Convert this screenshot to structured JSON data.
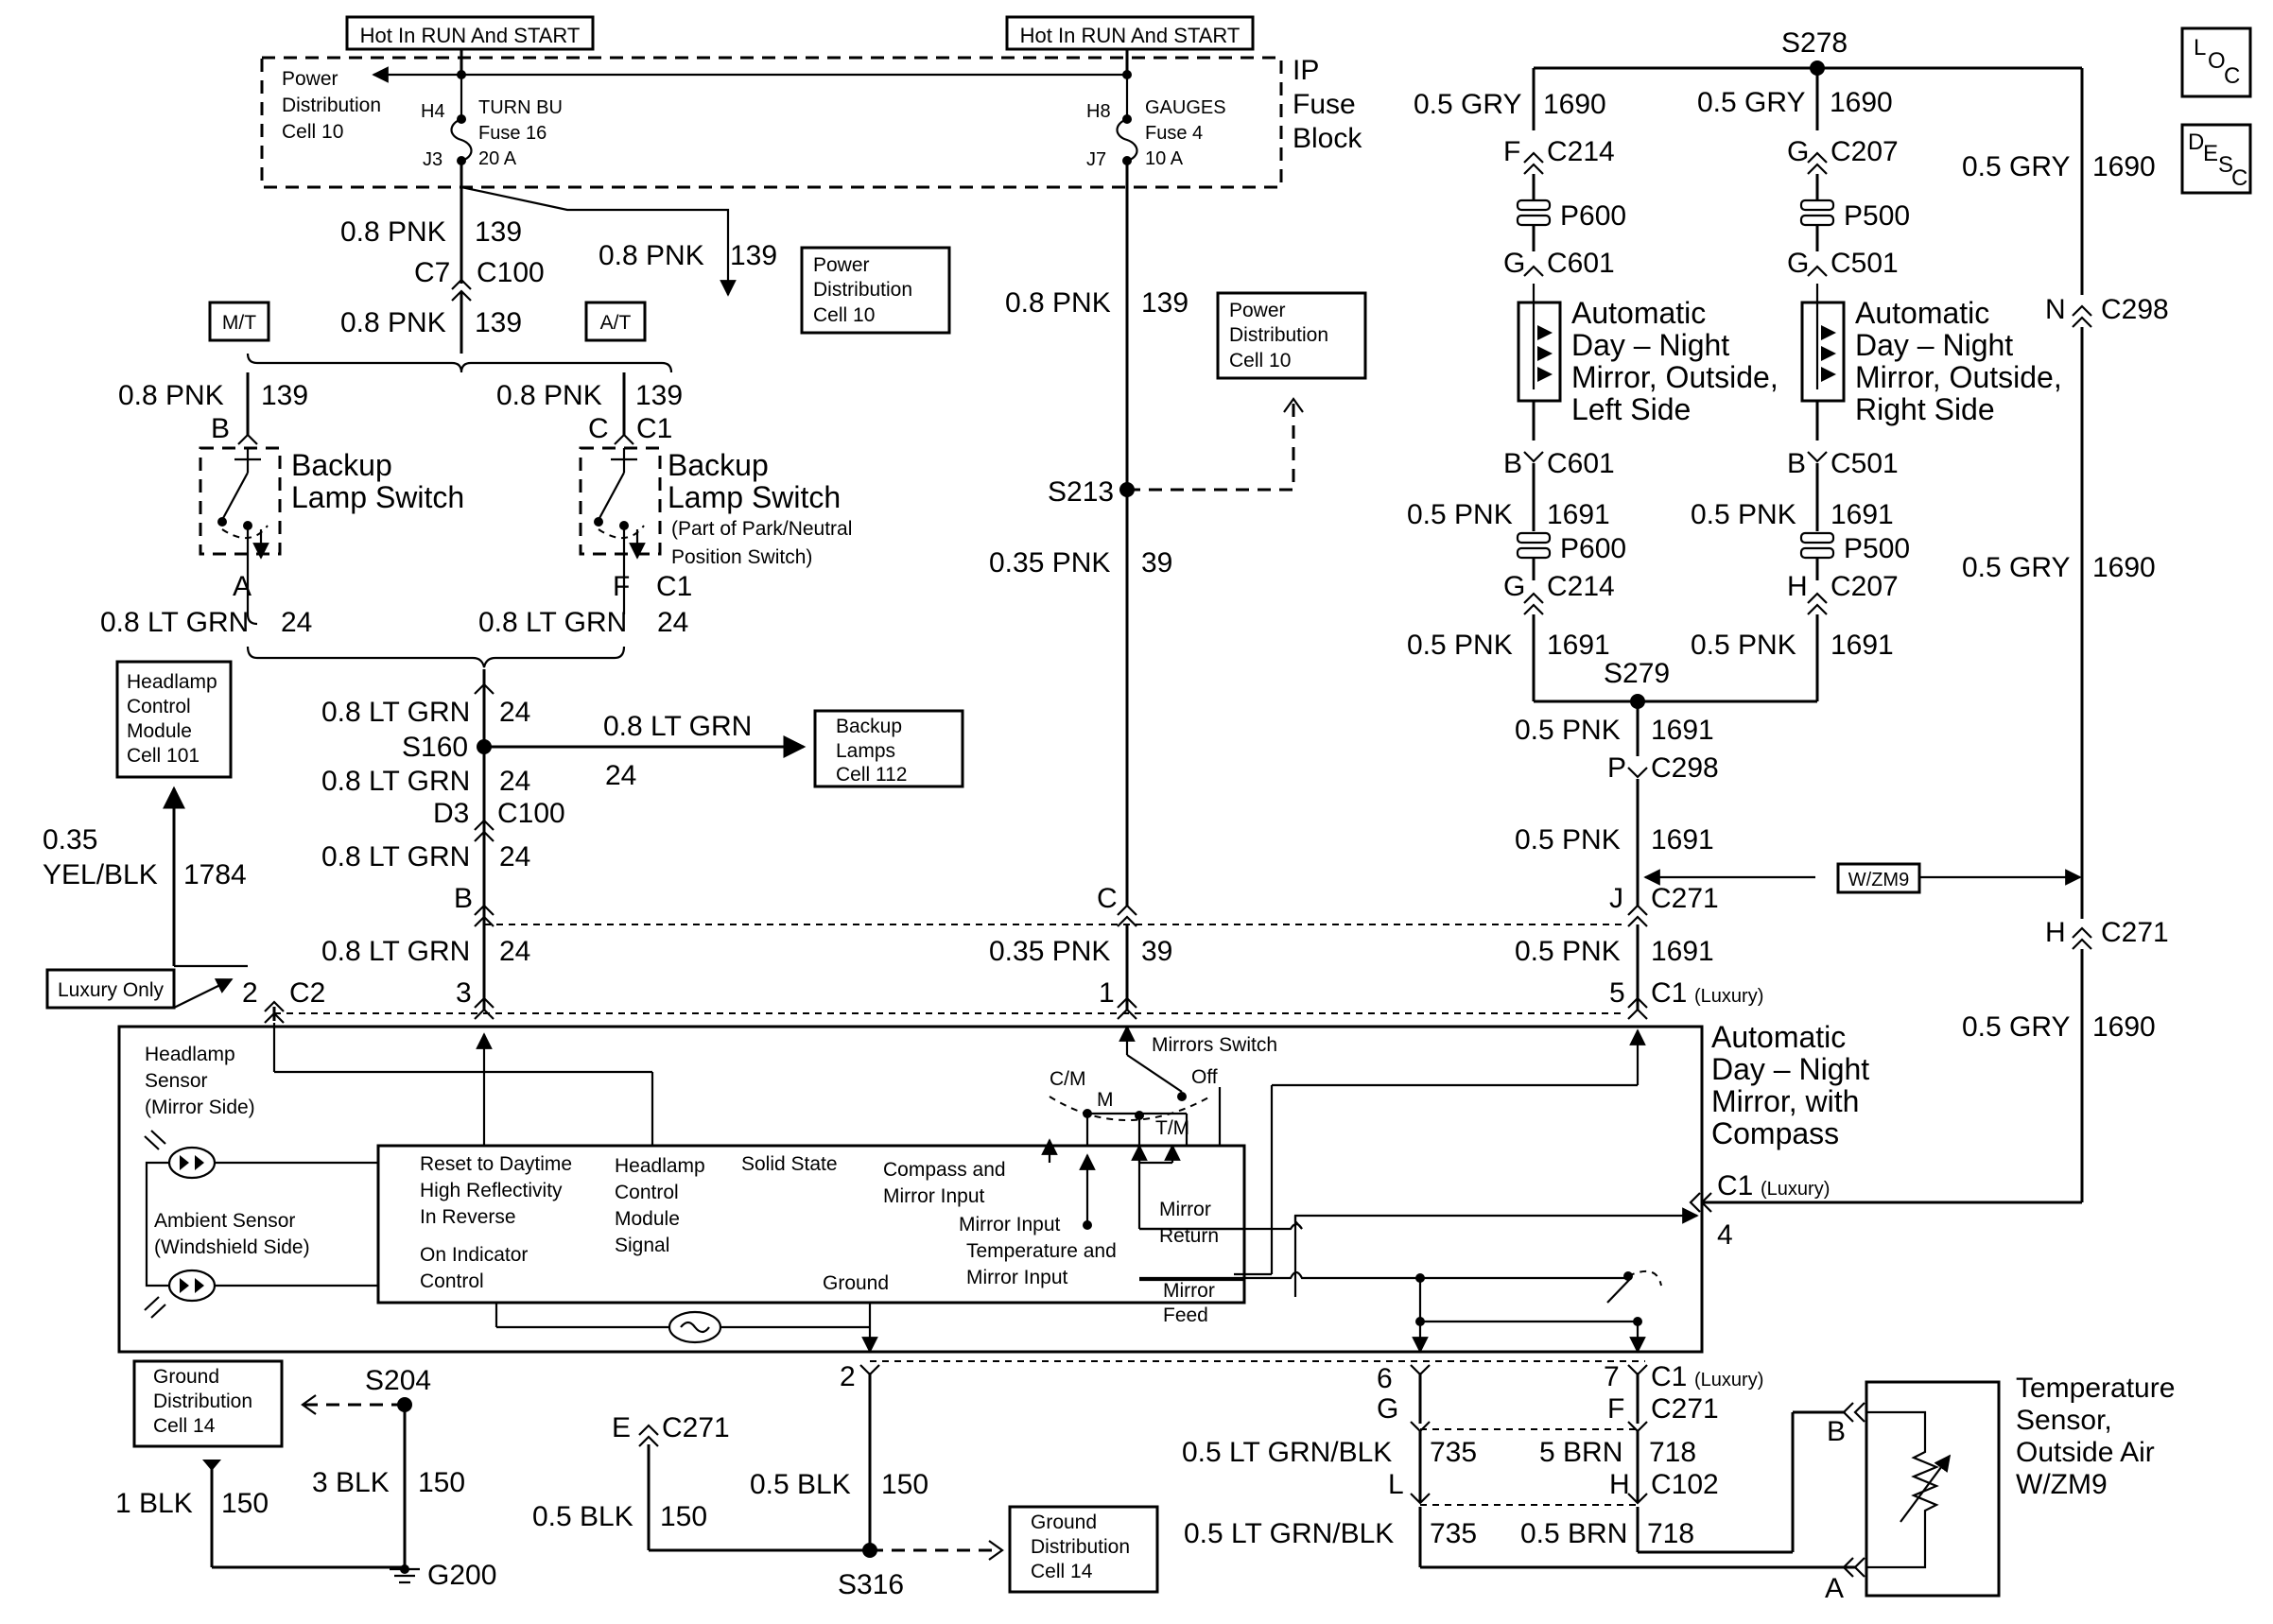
{
  "fuse_block": {
    "hot_left": "Hot In RUN And START",
    "hot_right": "Hot In RUN And START",
    "title_1": "IP",
    "title_2": "Fuse",
    "title_3": "Block",
    "pdc_1": "Power",
    "pdc_2": "Distribution",
    "pdc_3": "Cell 10",
    "fuse16_in": "H4",
    "fuse16_out": "J3",
    "fuse16_1": "TURN BU",
    "fuse16_2": "Fuse 16",
    "fuse16_3": "20 A",
    "fuse4_in": "H8",
    "fuse4_out": "J7",
    "fuse4_1": "GAUGES",
    "fuse4_2": "Fuse 4",
    "fuse4_3": "10 A"
  },
  "refs": {
    "pd_1": "Power",
    "pd_2": "Distribution",
    "pd_3": "Cell 10",
    "mt": "M/T",
    "at": "A/T",
    "hcm_1": "Headlamp",
    "hcm_2": "Control",
    "hcm_3": "Module",
    "hcm_4": "Cell 101",
    "bl_1": "Backup",
    "bl_2": "Lamps",
    "bl_3": "Cell 112",
    "luxury_only": "Luxury Only",
    "gd_1": "Ground",
    "gd_2": "Distribution",
    "gd_3": "Cell 14",
    "wzm9": "W/ZM9",
    "loc_1": "L",
    "loc_2": "O",
    "loc_3": "C",
    "desc_1": "D",
    "desc_2": "E",
    "desc_3": "S",
    "desc_4": "C"
  },
  "wires": {
    "pnk08": "0.8 PNK",
    "pnk035": "0.35 PNK",
    "pnk05": "0.5 PNK",
    "ltgrn08": "0.8 LT GRN",
    "yel_1": "0.35",
    "yel_2": "YEL/BLK",
    "gry05": "0.5 GRY",
    "blk1": "1 BLK",
    "blk3": "3 BLK",
    "blk05": "0.5 BLK",
    "ltgrnblk05": "0.5 LT GRN/BLK",
    "brn05": "0.5 BRN",
    "brn5": "5 BRN",
    "c139": "139",
    "c39": "39",
    "c24": "24",
    "c1784": "1784",
    "c1690": "1690",
    "c1691": "1691",
    "c150": "150",
    "c735": "735",
    "c718": "718"
  },
  "connectors": {
    "c7": "C7",
    "c100": "C100",
    "b": "B",
    "c": "C",
    "c1": "C1",
    "a": "A",
    "f": "F",
    "d3": "D3",
    "s160": "S160",
    "s213": "S213",
    "s278": "S278",
    "s279": "S279",
    "s204": "S204",
    "s316": "S316",
    "g200": "G200",
    "e": "E",
    "c271": "C271",
    "j": "J",
    "p": "P",
    "c298": "C298",
    "n": "N",
    "h": "H",
    "g": "G",
    "l": "L",
    "c102": "C102",
    "c214": "C214",
    "c207": "C207",
    "c601": "C601",
    "c501": "C501",
    "p600": "P600",
    "p500": "P500",
    "c2": "C2",
    "n1": "1",
    "n2": "2",
    "n3": "3",
    "n4": "4",
    "n5": "5",
    "n6": "6",
    "n7": "7",
    "luxury": "(Luxury)"
  },
  "components": {
    "backup_1": "Backup",
    "backup_2": "Lamp Switch",
    "park_1": "(Part of Park/Neutral",
    "park_2": "Position Switch)",
    "lmirror_1": "Automatic",
    "lmirror_2": "Day – Night",
    "lmirror_3": "Mirror, Outside,",
    "lmirror_4": "Left Side",
    "rmirror_4": "Right Side",
    "adn_1": "Automatic",
    "adn_2": "Day – Night",
    "adn_3": "Mirror, with",
    "adn_4": "Compass",
    "temp_1": "Temperature",
    "temp_2": "Sensor,",
    "temp_3": "Outside Air",
    "temp_4": "W/ZM9"
  },
  "mirror_internal": {
    "hs_1": "Headlamp",
    "hs_2": "Sensor",
    "hs_3": "(Mirror Side)",
    "as_1": "Ambient Sensor",
    "as_2": "(Windshield Side)",
    "reset_1": "Reset to Daytime",
    "reset_2": "High Reflectivity",
    "reset_3": "In Reverse",
    "onind_1": "On Indicator",
    "onind_2": "Control",
    "hcms_1": "Headlamp",
    "hcms_2": "Control",
    "hcms_3": "Module",
    "hcms_4": "Signal",
    "solid": "Solid State",
    "ground": "Ground",
    "cmi_1": "Compass and",
    "cmi_2": "Mirror Input",
    "mi": "Mirror Input",
    "tmi_1": "Temperature and",
    "tmi_2": "Mirror Input",
    "mr_1": "Mirror",
    "mr_2": "Return",
    "mf_1": "Mirror",
    "mf_2": "Feed",
    "msw": "Mirrors Switch",
    "cm": "C/M",
    "m": "M",
    "tm": "T/M",
    "off": "Off"
  }
}
